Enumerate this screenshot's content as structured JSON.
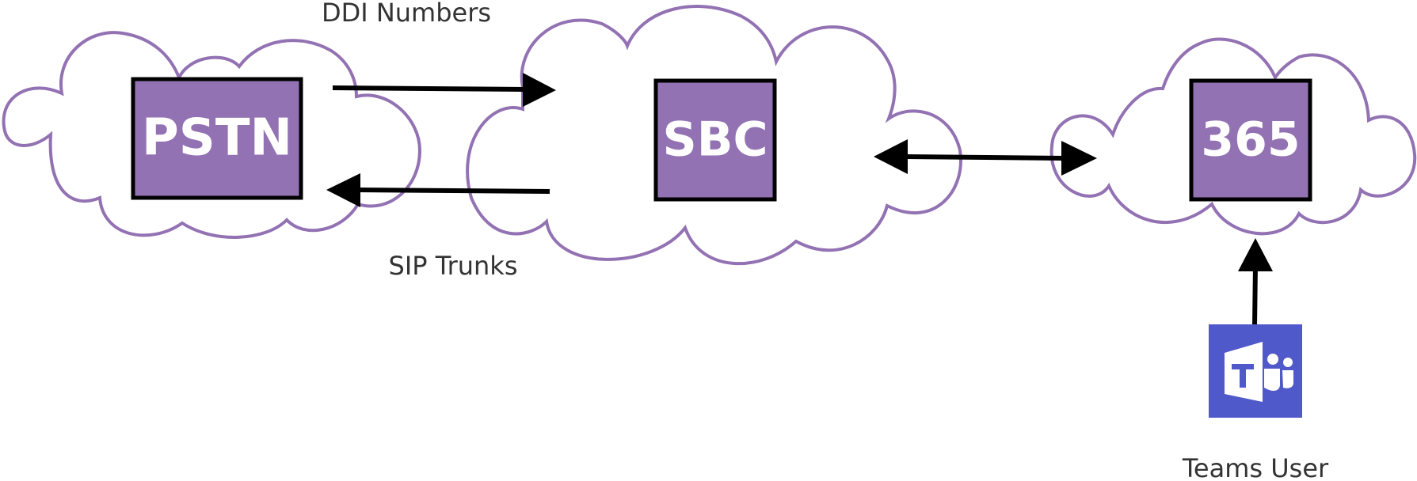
{
  "nodes": {
    "pstn": {
      "label": "PSTN"
    },
    "sbc": {
      "label": "SBC"
    },
    "m365": {
      "label": "365"
    }
  },
  "labels": {
    "ddi": "DDI Numbers",
    "sip": "SIP Trunks",
    "teams_user": "Teams User"
  },
  "colors": {
    "cloud_stroke": "#9372b3",
    "box_fill": "#9372b3",
    "box_border": "#000000",
    "arrow": "#000000",
    "teams_tile": "#5059c9"
  },
  "icons": {
    "teams": "microsoft-teams-icon"
  }
}
